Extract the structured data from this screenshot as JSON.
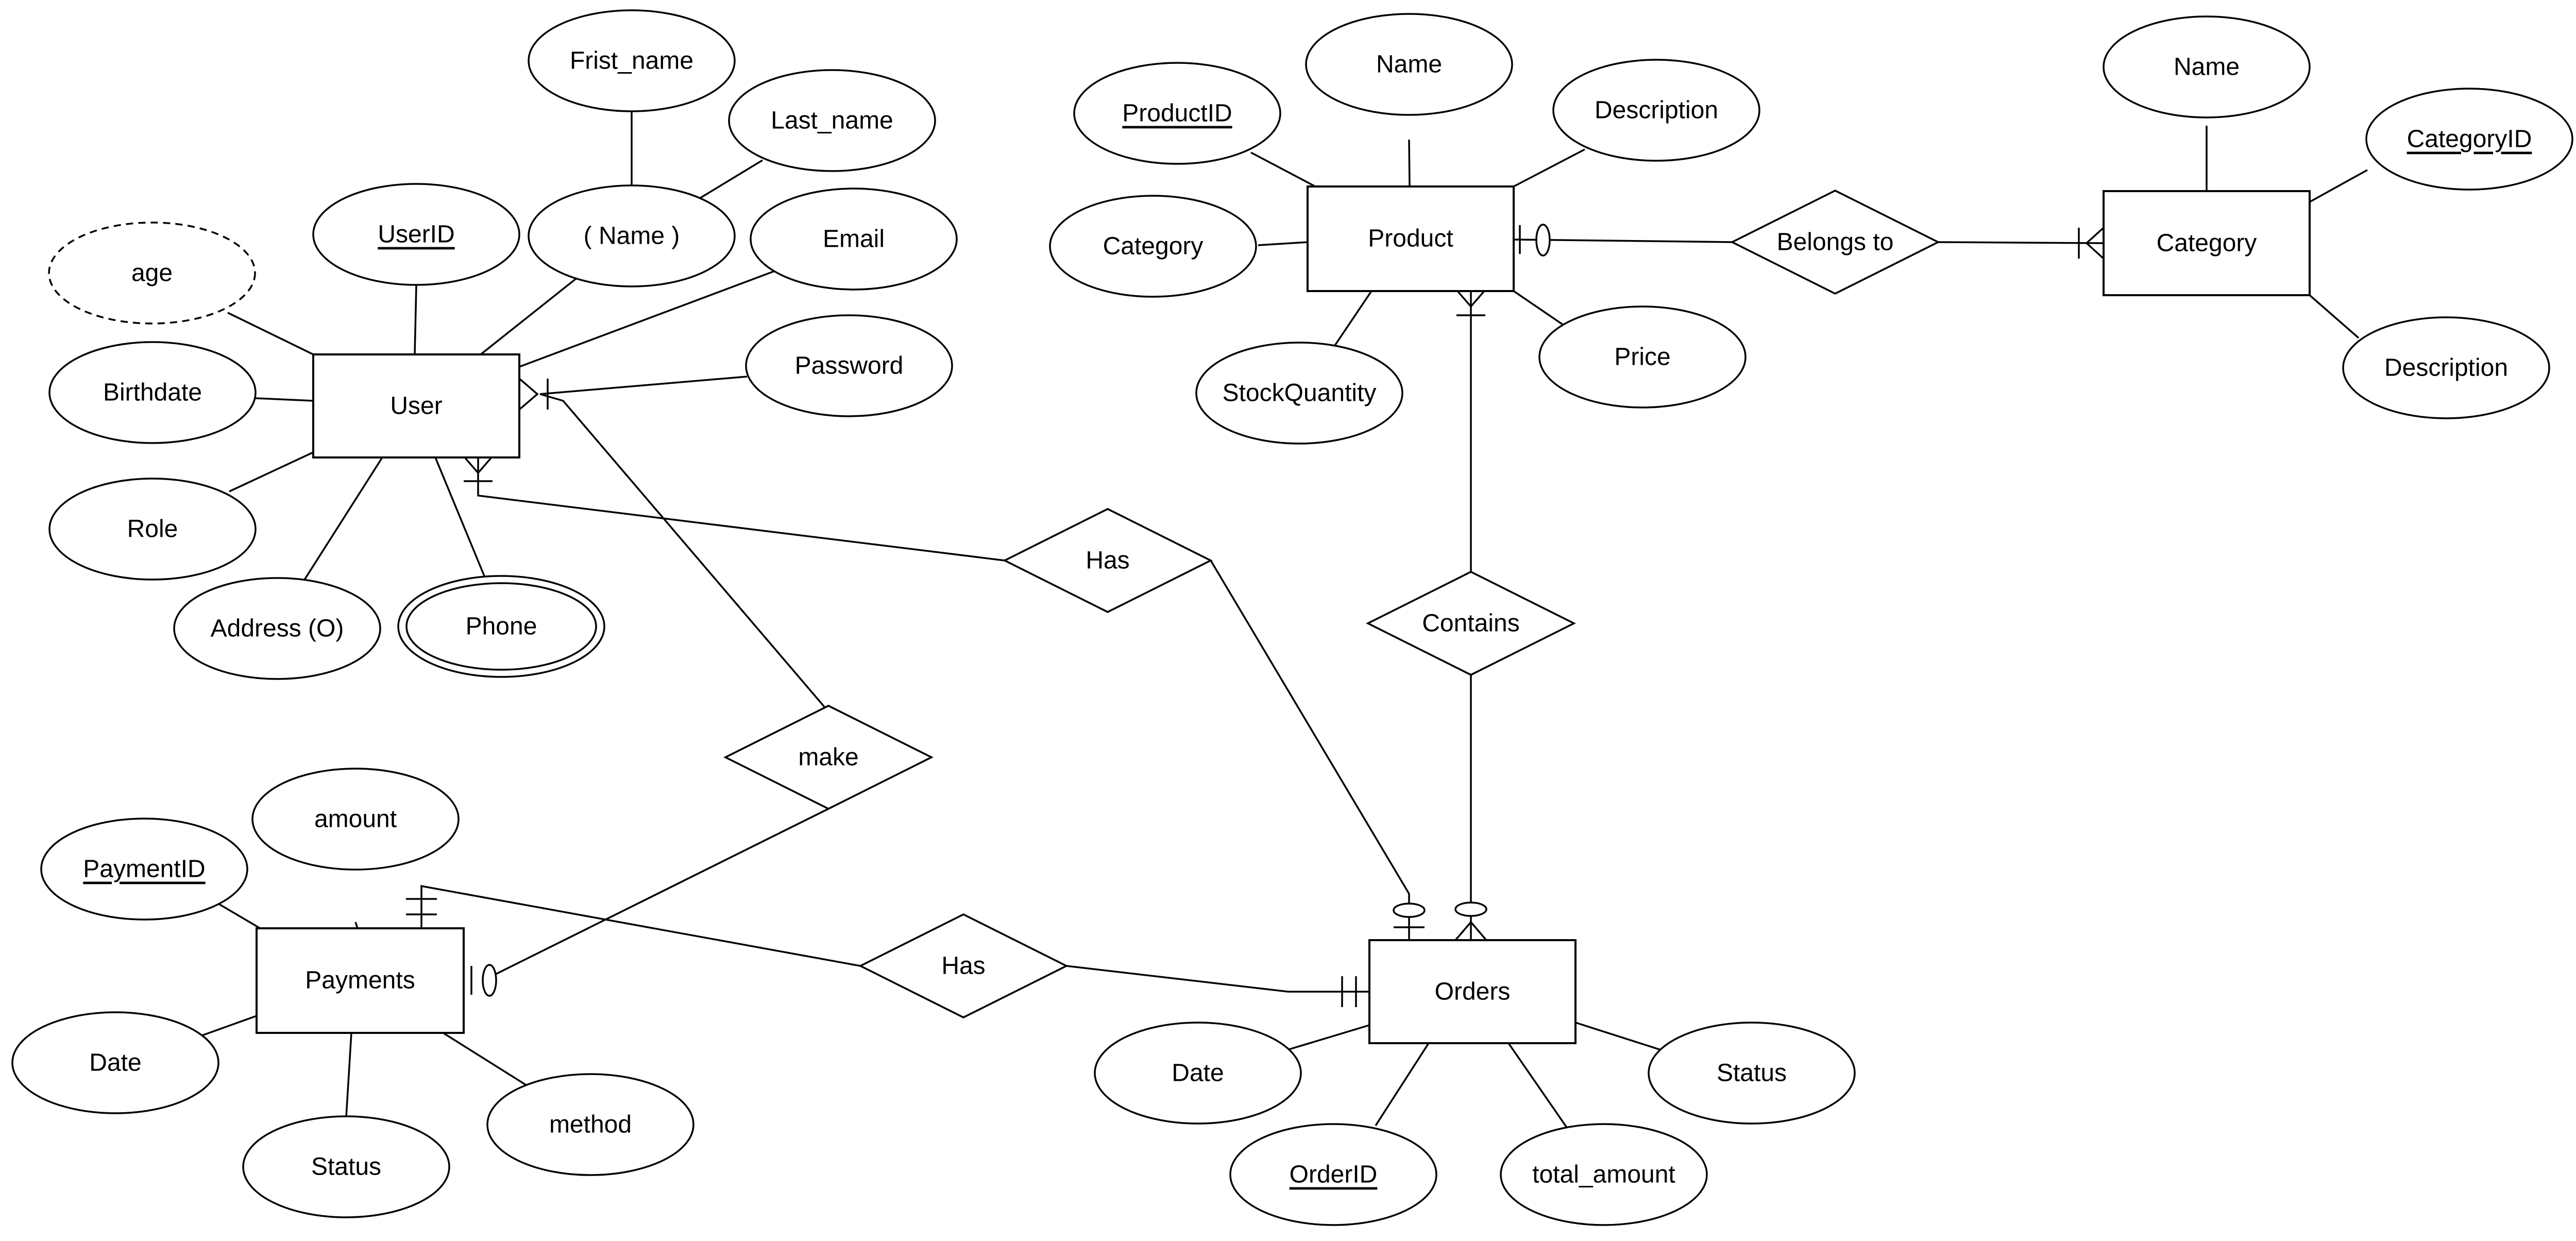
{
  "entities": {
    "user": "User",
    "product": "Product",
    "category": "Category",
    "payments": "Payments",
    "orders": "Orders"
  },
  "relationships": {
    "user_orders": "Has",
    "product_category": "Belongs to",
    "order_product": "Contains",
    "user_payment": "make",
    "payment_order": "Has"
  },
  "attributes": {
    "user": {
      "user_id": "UserID",
      "name": "( Name )",
      "first_name": "Frist_name",
      "last_name": "Last_name",
      "email": "Email",
      "password": "Password",
      "age": "age",
      "birthdate": "Birthdate",
      "role": "Role",
      "address": "Address (O)",
      "phone": "Phone"
    },
    "product": {
      "product_id": "ProductID",
      "name": "Name",
      "description": "Description",
      "category": "Category",
      "price": "Price",
      "stock_quantity": "StockQuantity"
    },
    "category": {
      "name": "Name",
      "category_id": "CategoryID",
      "description": "Description"
    },
    "payments": {
      "payment_id": "PaymentID",
      "amount": "amount",
      "date": "Date",
      "status": "Status",
      "method": "method"
    },
    "orders": {
      "date": "Date",
      "order_id": "OrderID",
      "total_amount": "total_amount",
      "status": "Status"
    }
  },
  "attribute_kinds": {
    "key_attributes": [
      "UserID",
      "ProductID",
      "CategoryID",
      "PaymentID",
      "OrderID"
    ],
    "derived_attributes": [
      "age"
    ],
    "multivalued_attributes": [
      "Phone"
    ],
    "composite_attributes": [
      "( Name )"
    ]
  },
  "cardinalities": [
    {
      "from": "User",
      "to": "Orders",
      "via": "Has",
      "from_end": "one-or-many",
      "to_end": "zero-or-one"
    },
    {
      "from": "Product",
      "to": "Category",
      "via": "Belongs to",
      "from_end": "zero-or-one",
      "to_end": "one-or-many"
    },
    {
      "from": "Orders",
      "to": "Product",
      "via": "Contains",
      "from_end": "zero-or-many",
      "to_end": "one-or-many"
    },
    {
      "from": "User",
      "to": "Payments",
      "via": "make",
      "from_end": "one-or-many",
      "to_end": "zero-or-one"
    },
    {
      "from": "Payments",
      "to": "Orders",
      "via": "Has",
      "from_end": "exactly-one",
      "to_end": "exactly-one"
    }
  ]
}
